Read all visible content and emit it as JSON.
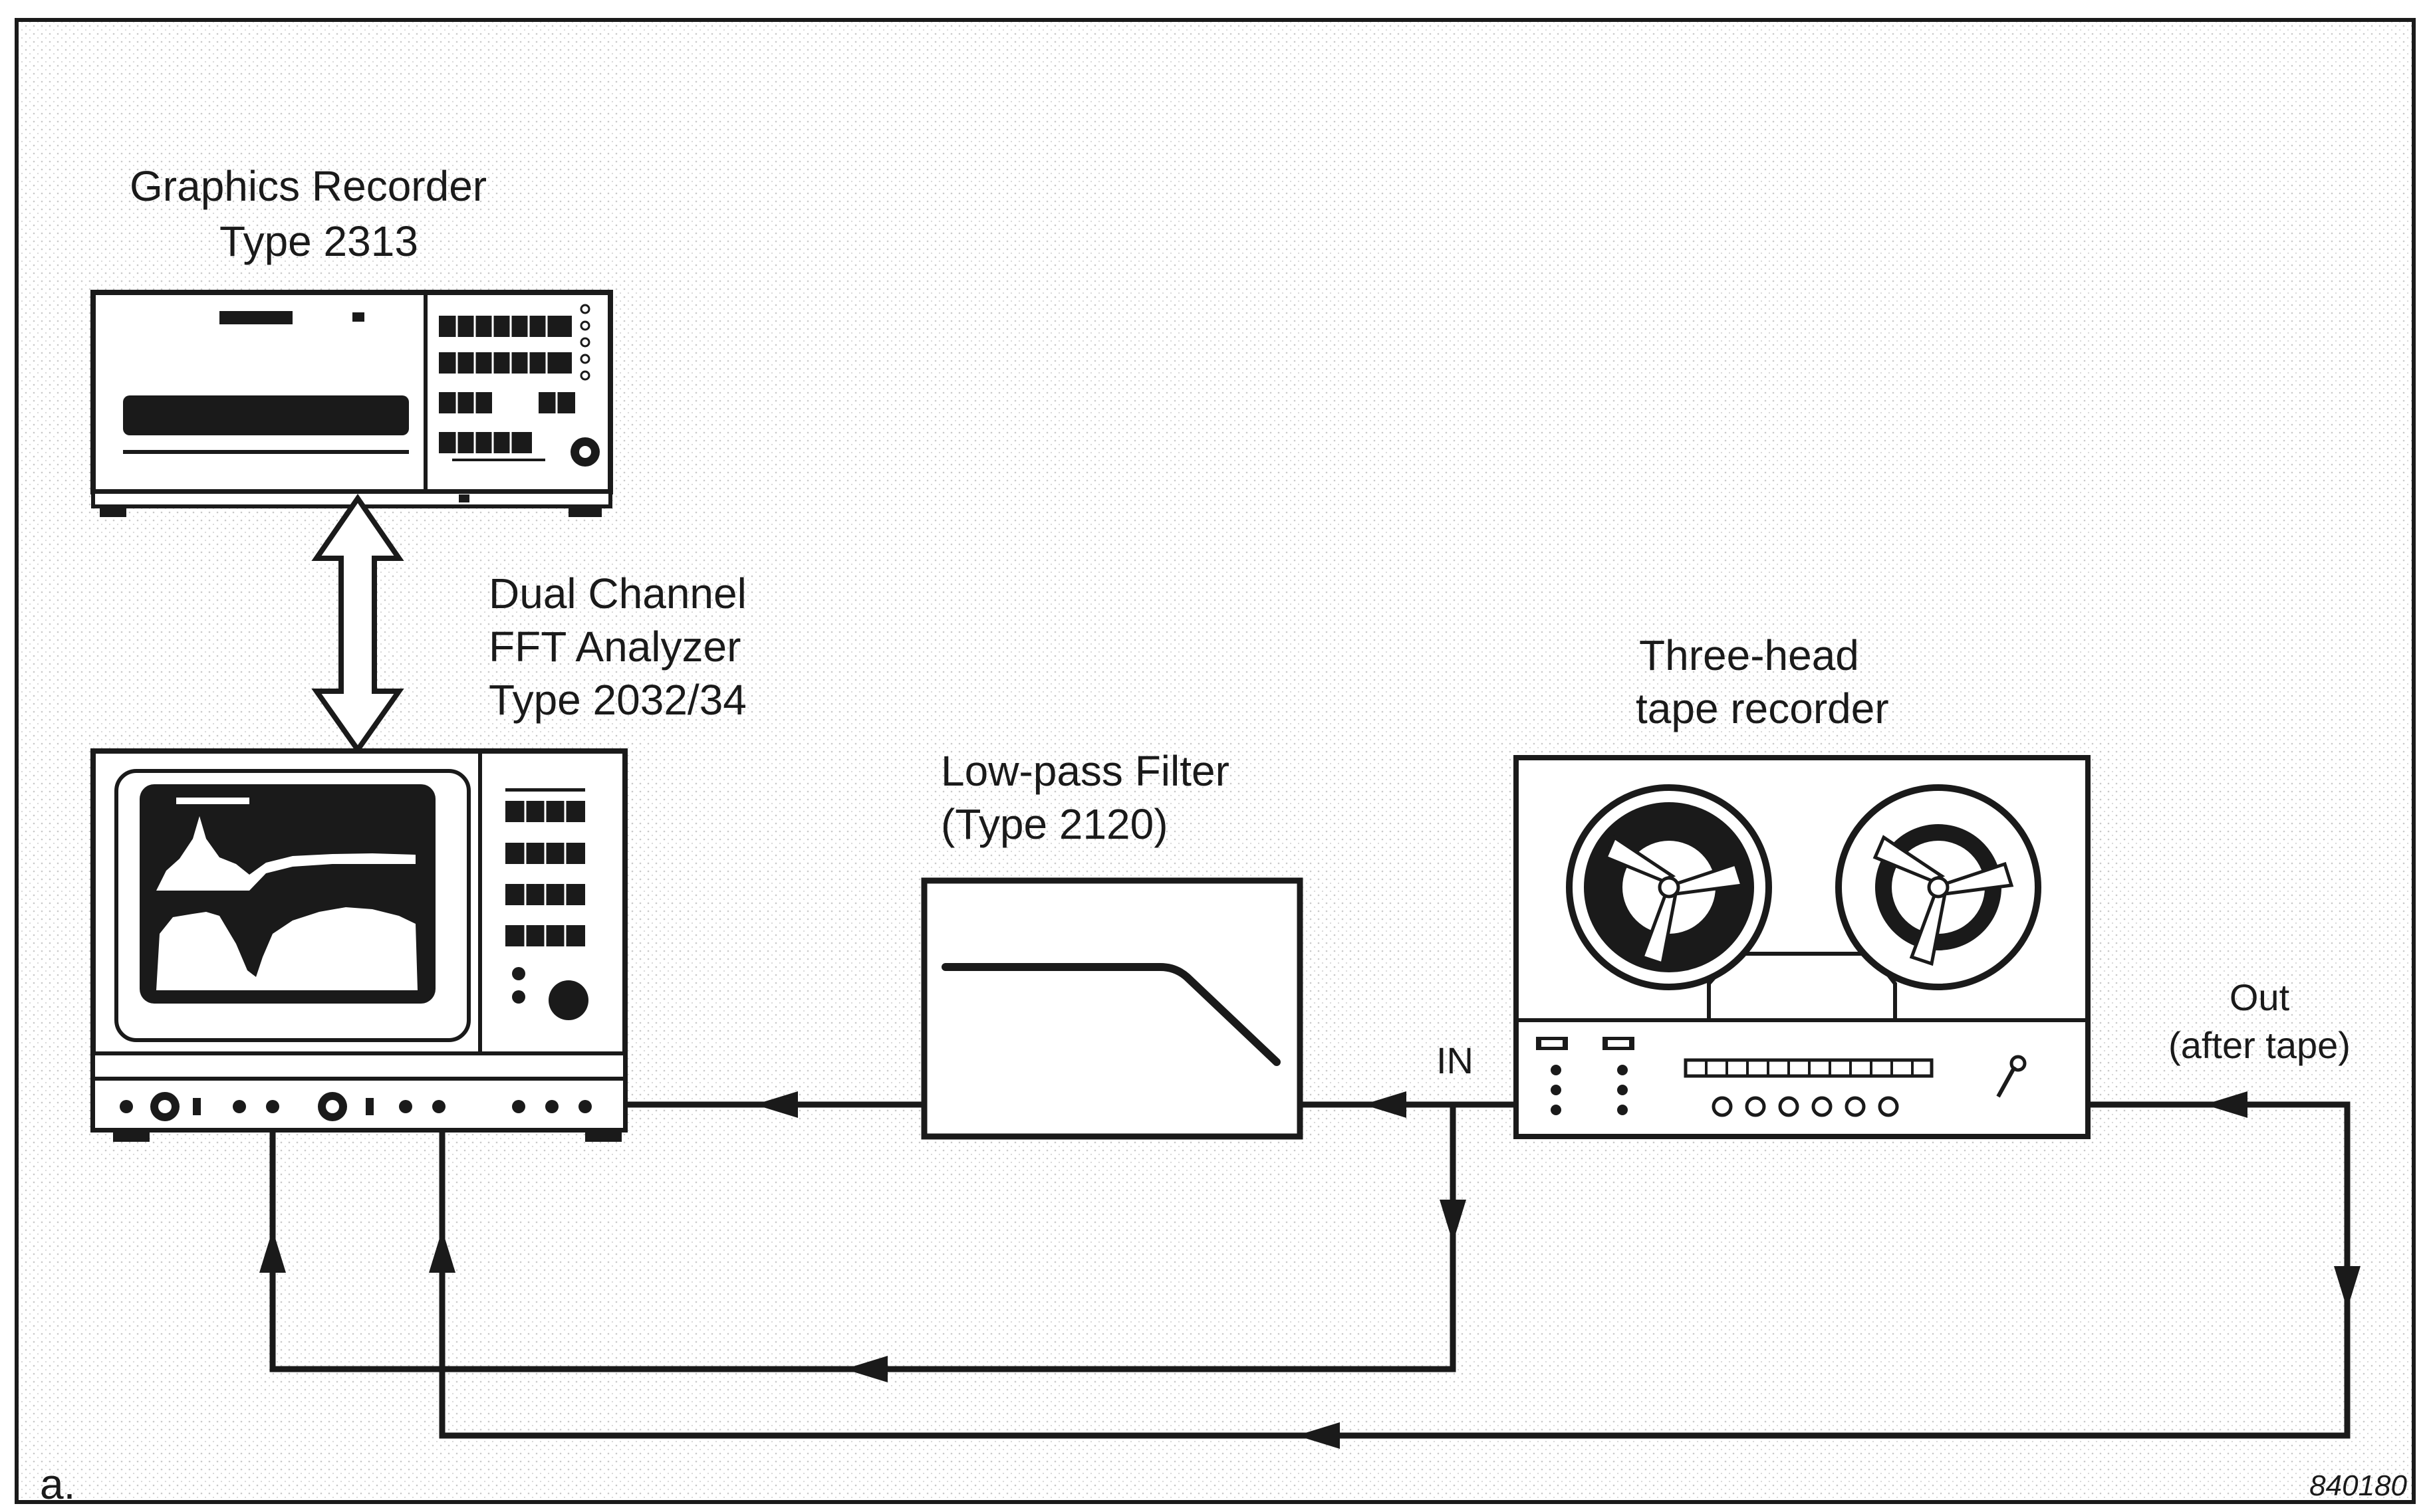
{
  "labels": {
    "graphics_recorder": {
      "line1": "Graphics Recorder",
      "line2": "Type 2313"
    },
    "fft_analyzer": {
      "line1": "Dual Channel",
      "line2": "FFT Analyzer",
      "line3": "Type 2032/34"
    },
    "low_pass_filter": {
      "line1": "Low-pass Filter",
      "line2": "(Type 2120)"
    },
    "tape_recorder": {
      "line1": "Three-head",
      "line2": "tape recorder"
    },
    "in_port": "IN",
    "out_port": {
      "line1": "Out",
      "line2": "(after tape)"
    },
    "panel_letter": "a.",
    "figure_number": "840180"
  },
  "colors": {
    "ink": "#1a1a1a",
    "paper": "#ffffff",
    "stipple": "#c9c9c9"
  }
}
